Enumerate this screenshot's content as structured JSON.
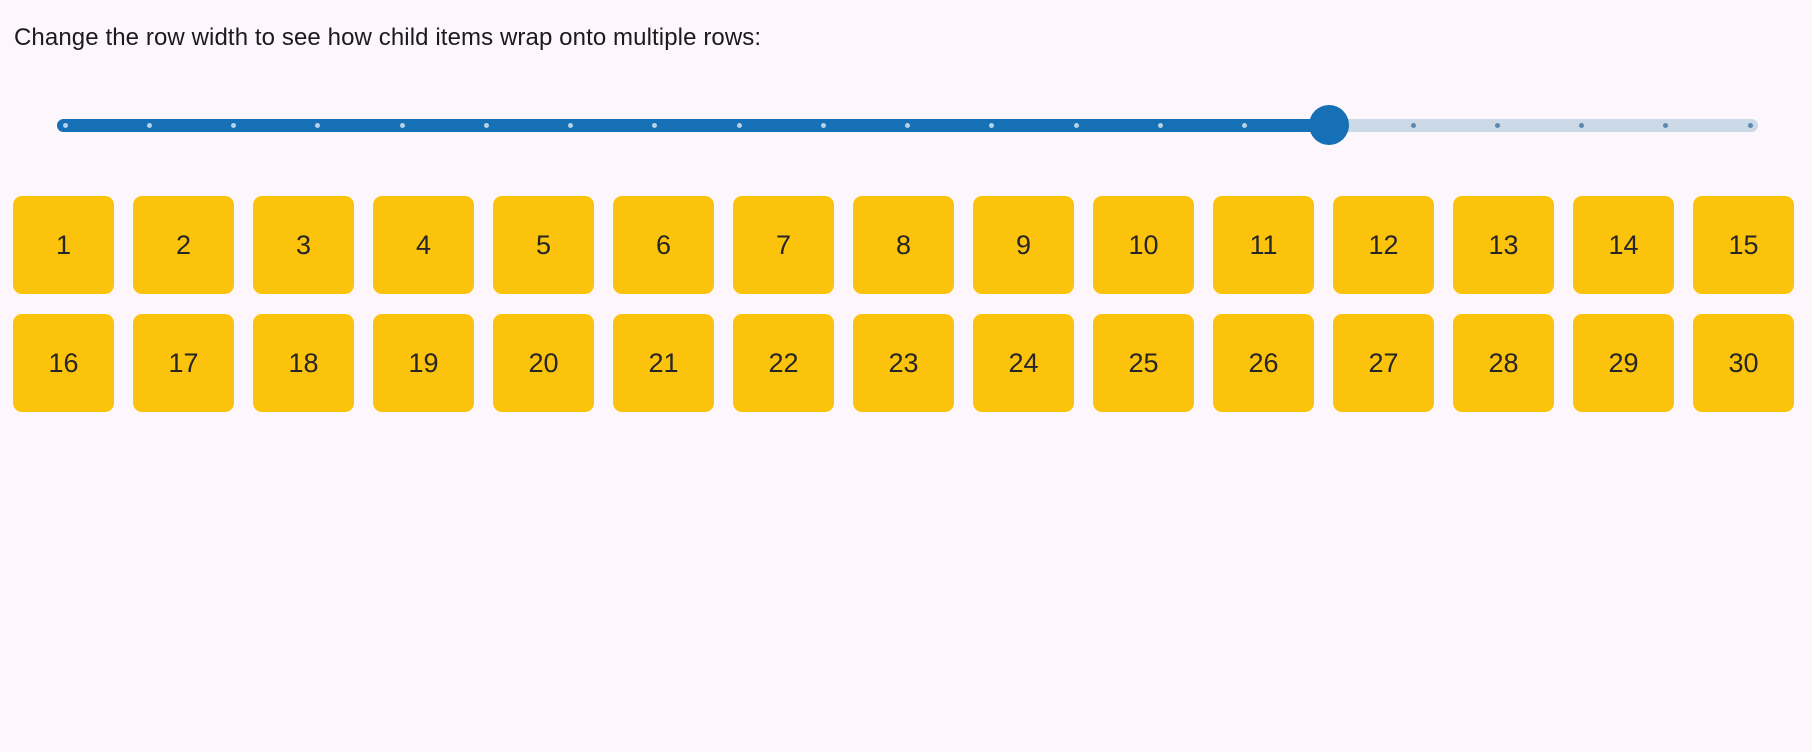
{
  "page": {
    "background_color": "#fdf6fc"
  },
  "heading": {
    "text": "Change the row width to see how child items wrap onto multiple rows:"
  },
  "slider": {
    "value_percent": 75,
    "min_percent": 0,
    "max_percent": 100,
    "tick_count": 21,
    "colors": {
      "fill": "#1670b5",
      "rail": "#ccd9e6",
      "thumb": "#1670b5",
      "tick_on_fill": "rgba(255,255,255,0.68)",
      "tick_on_rail": "#5d87ad"
    }
  },
  "grid": {
    "items": [
      "1",
      "2",
      "3",
      "4",
      "5",
      "6",
      "7",
      "8",
      "9",
      "10",
      "11",
      "12",
      "13",
      "14",
      "15",
      "16",
      "17",
      "18",
      "19",
      "20",
      "21",
      "22",
      "23",
      "24",
      "25",
      "26",
      "27",
      "28",
      "29",
      "30"
    ],
    "item_color": "#fcc30d",
    "item_text_color": "#262626"
  }
}
